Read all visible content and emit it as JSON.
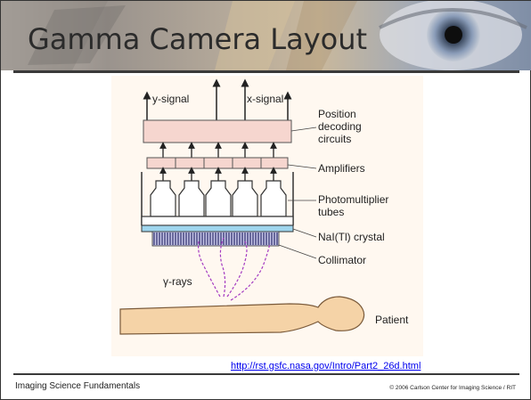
{
  "slide": {
    "title": "Gamma Camera Layout",
    "link_text": "http://rst.gsfc.nasa.gov/Intro/Part2_26d.html",
    "footer_left": "Imaging Science Fundamentals",
    "footer_right": "© 2006 Carlson Center for Imaging Science / RIT"
  },
  "diagram": {
    "labels": {
      "y_signal": "y-signal",
      "x_signal": "x-signal",
      "position_decoding": [
        "Position",
        "decoding",
        "circuits"
      ],
      "amplifiers": "Amplifiers",
      "photomultiplier": [
        "Photomultiplier",
        "tubes"
      ],
      "crystal": "NaI(Tl) crystal",
      "collimator": "Collimator",
      "gamma_rays": "γ-rays",
      "patient": "Patient"
    }
  }
}
